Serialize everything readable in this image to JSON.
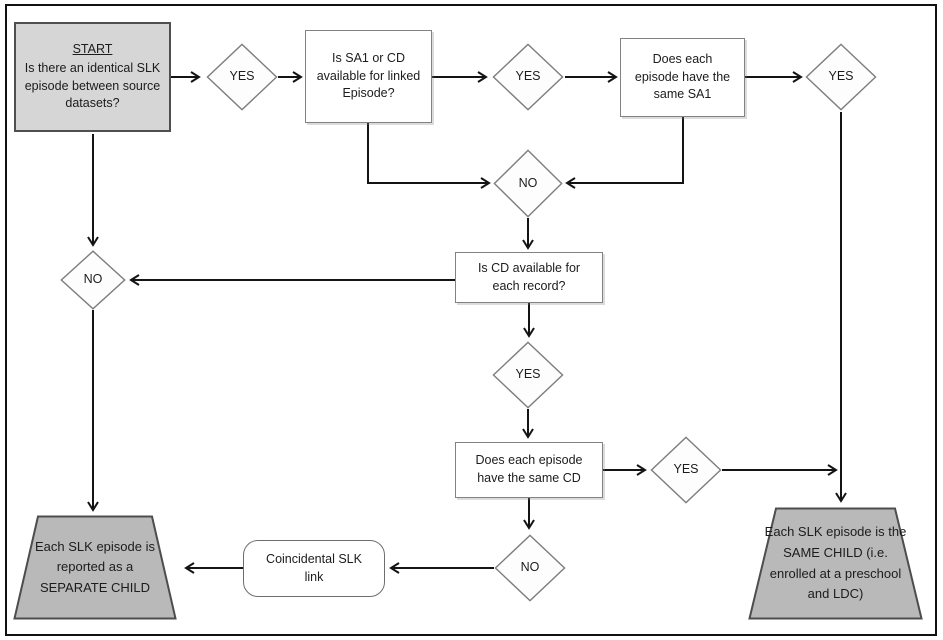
{
  "diagram": {
    "type": "flowchart",
    "colors": {
      "background": "#ffffff",
      "frame_border": "#111111",
      "start_fill": "#d6d6d6",
      "output_fill": "#b9b9b9",
      "process_fill": "#ffffff",
      "shape_border": "#7d7d7d",
      "emphasis_border": "#4d4d4d",
      "arrow": "#141414",
      "text": "#1c1c1c"
    },
    "nodes": [
      {
        "id": "start",
        "shape": "rect-start",
        "title": "START",
        "label": "Is there an identical SLK episode between source datasets?"
      },
      {
        "id": "d-yes-1",
        "shape": "diamond",
        "label": "YES"
      },
      {
        "id": "q-sa1-cd",
        "shape": "rect",
        "label": "Is SA1 or CD available for linked Episode?"
      },
      {
        "id": "d-yes-2",
        "shape": "diamond",
        "label": "YES"
      },
      {
        "id": "q-same-sa1",
        "shape": "rect",
        "label": "Does each episode have the same SA1"
      },
      {
        "id": "d-yes-3",
        "shape": "diamond",
        "label": "YES"
      },
      {
        "id": "d-no-mid",
        "shape": "diamond",
        "label": "NO"
      },
      {
        "id": "q-cd-each",
        "shape": "rect",
        "label": "Is CD available for each record?"
      },
      {
        "id": "d-no-left",
        "shape": "diamond",
        "label": "NO"
      },
      {
        "id": "d-yes-4",
        "shape": "diamond",
        "label": "YES"
      },
      {
        "id": "q-same-cd",
        "shape": "rect",
        "label": "Does each episode have the same CD"
      },
      {
        "id": "d-yes-5",
        "shape": "diamond",
        "label": "YES"
      },
      {
        "id": "d-no-bottom",
        "shape": "diamond",
        "label": "NO"
      },
      {
        "id": "coincidental",
        "shape": "rounded",
        "label": "Coincidental SLK link"
      },
      {
        "id": "out-separate",
        "shape": "trapezoid",
        "label": "Each SLK episode is reported as a SEPARATE CHILD"
      },
      {
        "id": "out-same",
        "shape": "trapezoid",
        "label": "Each SLK episode is the SAME CHILD (i.e. enrolled at a preschool and LDC)"
      }
    ],
    "edges": [
      {
        "from": "start",
        "to": "d-yes-1"
      },
      {
        "from": "d-yes-1",
        "to": "q-sa1-cd"
      },
      {
        "from": "q-sa1-cd",
        "to": "d-yes-2"
      },
      {
        "from": "d-yes-2",
        "to": "q-same-sa1"
      },
      {
        "from": "q-same-sa1",
        "to": "d-yes-3"
      },
      {
        "from": "q-sa1-cd",
        "to": "d-no-mid"
      },
      {
        "from": "q-same-sa1",
        "to": "d-no-mid"
      },
      {
        "from": "d-no-mid",
        "to": "q-cd-each"
      },
      {
        "from": "q-cd-each",
        "to": "d-no-left"
      },
      {
        "from": "start",
        "to": "d-no-left"
      },
      {
        "from": "d-no-left",
        "to": "out-separate"
      },
      {
        "from": "q-cd-each",
        "to": "d-yes-4"
      },
      {
        "from": "d-yes-4",
        "to": "q-same-cd"
      },
      {
        "from": "q-same-cd",
        "to": "d-yes-5"
      },
      {
        "from": "d-yes-5",
        "to": "out-same"
      },
      {
        "from": "d-yes-3",
        "to": "out-same"
      },
      {
        "from": "q-same-cd",
        "to": "d-no-bottom"
      },
      {
        "from": "d-no-bottom",
        "to": "coincidental"
      },
      {
        "from": "coincidental",
        "to": "out-separate"
      }
    ]
  }
}
